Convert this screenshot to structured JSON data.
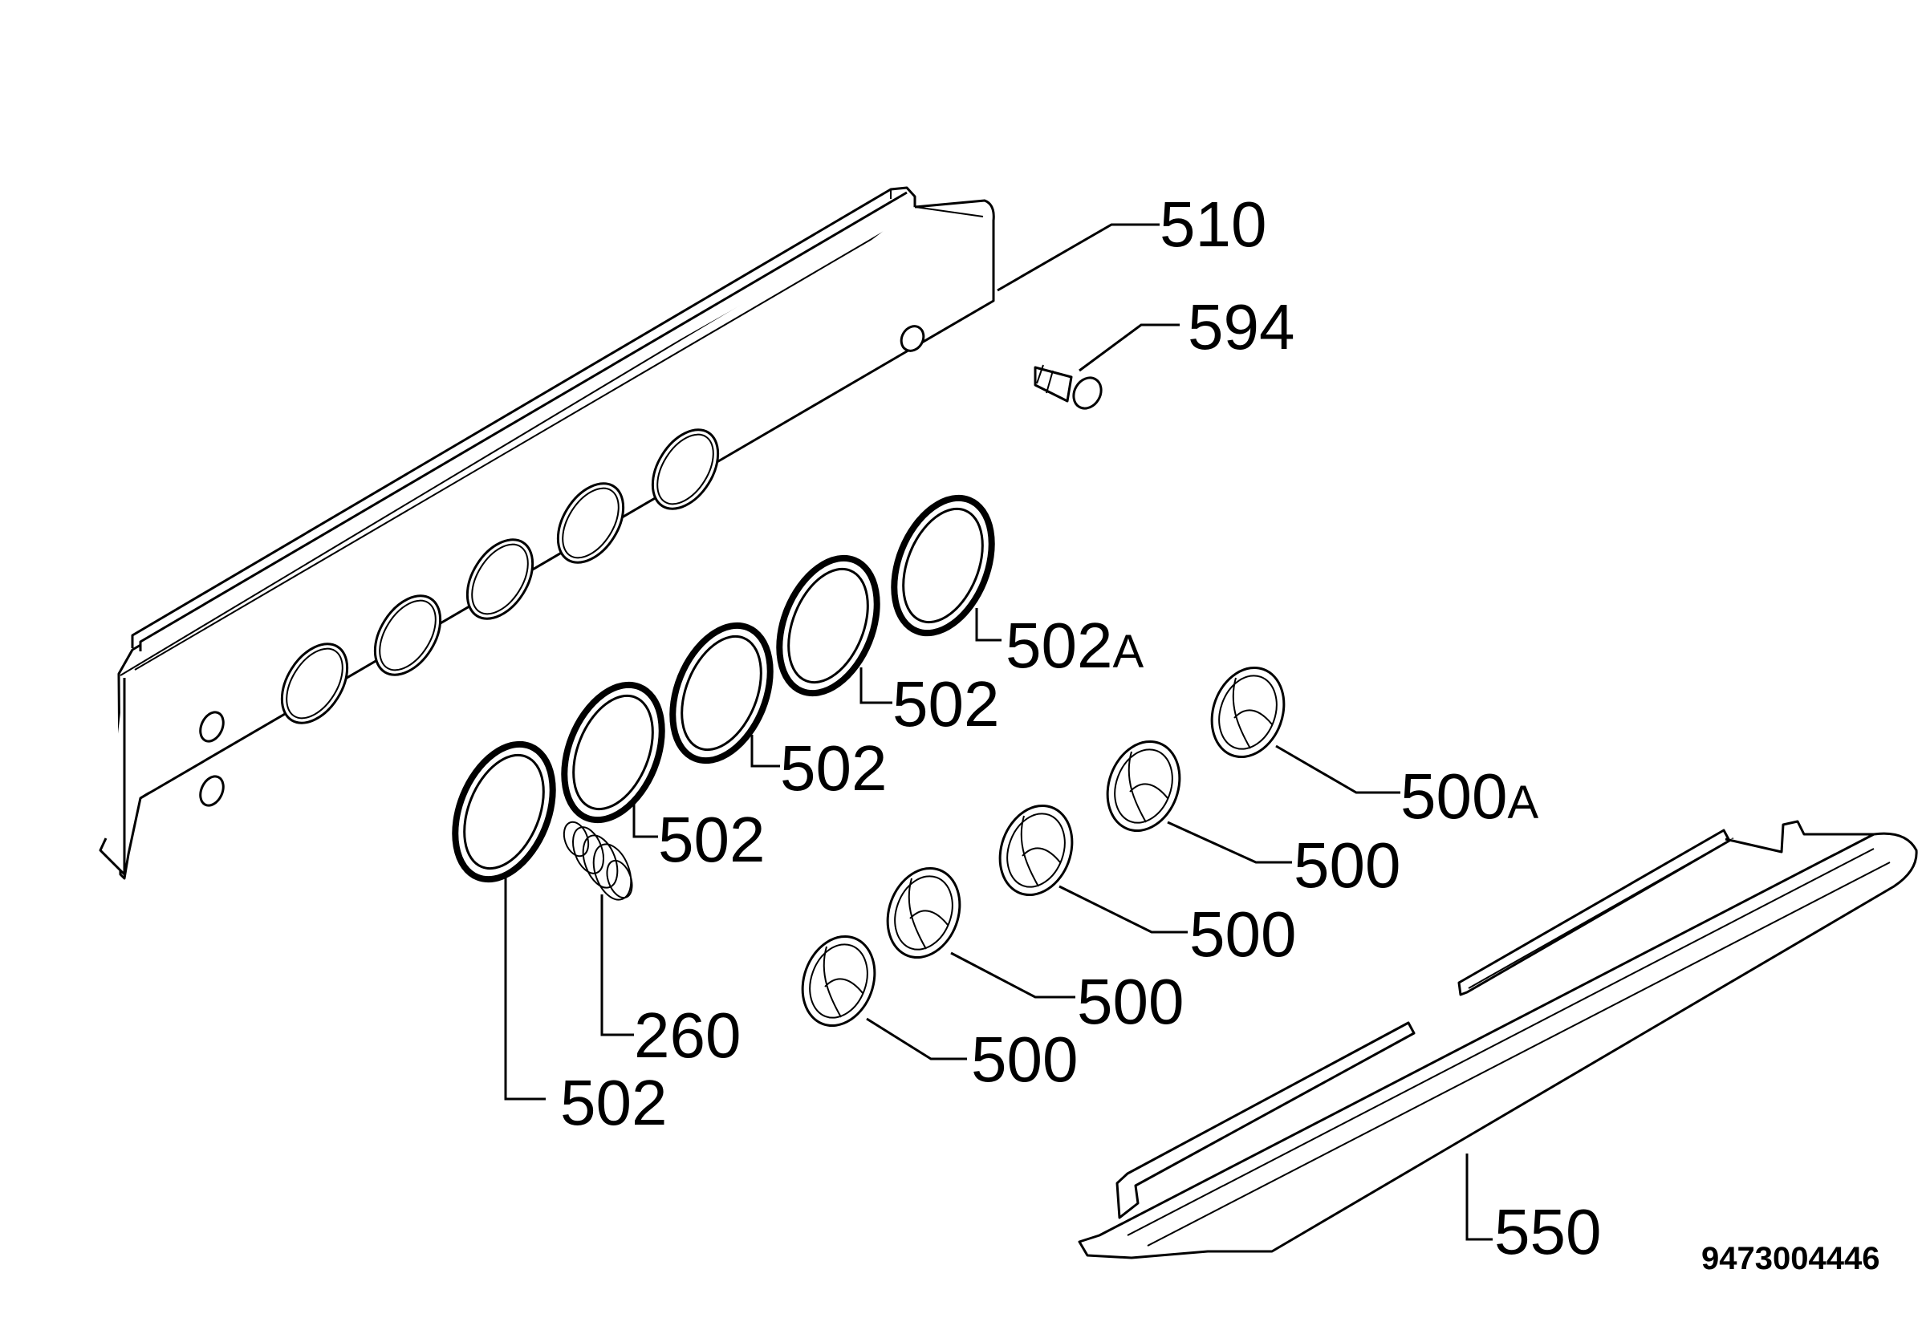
{
  "labels": {
    "l510": "510",
    "l594": "594",
    "l502a": "502",
    "l502a_suffix": "A",
    "l502_1": "502",
    "l502_2": "502",
    "l502_3": "502",
    "l502_4": "502",
    "l260": "260",
    "l500a": "500",
    "l500a_suffix": "A",
    "l500_1": "500",
    "l500_2": "500",
    "l500_3": "500",
    "l500_4": "500",
    "l550": "550"
  },
  "document_number": "9473004446"
}
